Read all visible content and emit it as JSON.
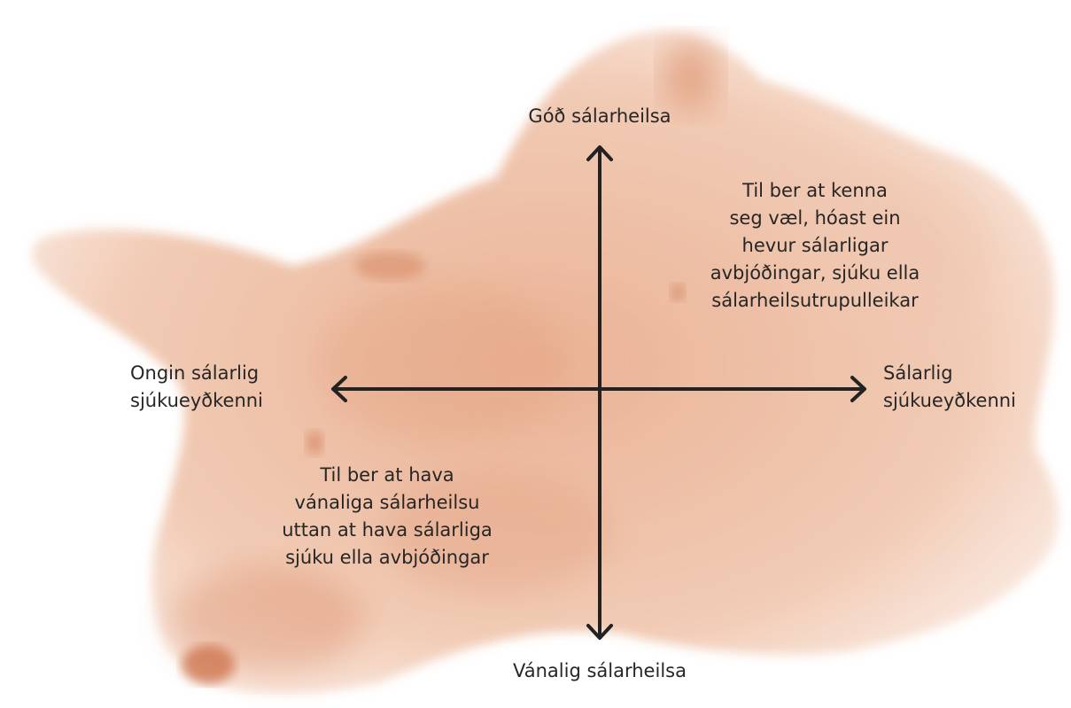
{
  "diagram": {
    "axes": {
      "top": "Góð sálarheilsa",
      "bottom": "Vánalig sálarheilsa",
      "left": "Ongin sálarlig\nsjúkueyðkenni",
      "right": "Sálarlig\nsjúkueyðkenni"
    },
    "quadrants": {
      "top_right": "Til ber at kenna\nseg væl, hóast ein\nhevur sálarligar\navbjóðingar, sjúku ella\nsálarheilsutrupulleikar",
      "bottom_left": "Til ber at hava\nvánaliga sálarheilsu\nuttan at hava sálarliga\nsjúku ella avbjóðingar"
    },
    "colors": {
      "watercolor": "#e7a584",
      "watercolor_dark": "#d27a52",
      "arrows": "#222222"
    }
  }
}
